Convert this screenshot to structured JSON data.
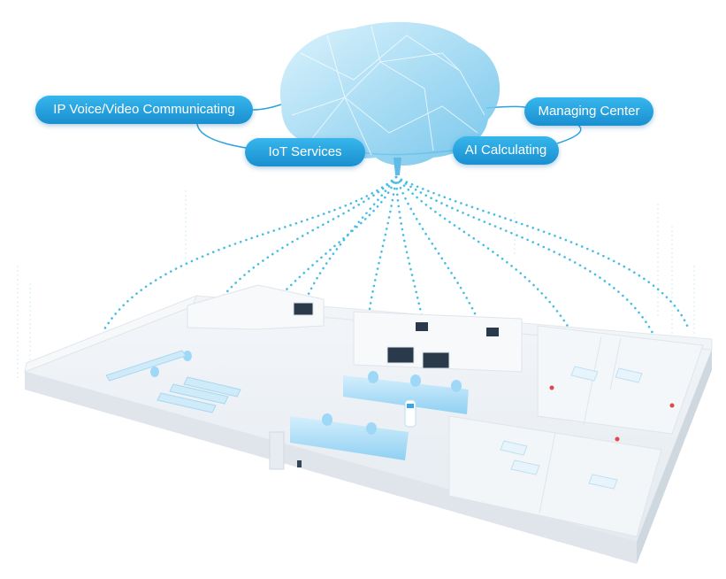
{
  "labels": {
    "ip_voice_video": "IP Voice/Video Communicating",
    "iot_services": "IoT Services",
    "ai_calculating": "AI Calculating",
    "managing_center": "Managing Center"
  },
  "colors": {
    "pill": "#2aa3e0",
    "dots": "#48bde6",
    "brain": "#8ed3f2",
    "floor": "#eef2f6",
    "wall": "#f6f8fa",
    "desk": "#bfe6fb",
    "chair": "#9fd8f7"
  },
  "icons": [
    "brain-network-icon",
    "display-screen-icon",
    "robot-icon",
    "chair-icon",
    "bed-icon"
  ]
}
